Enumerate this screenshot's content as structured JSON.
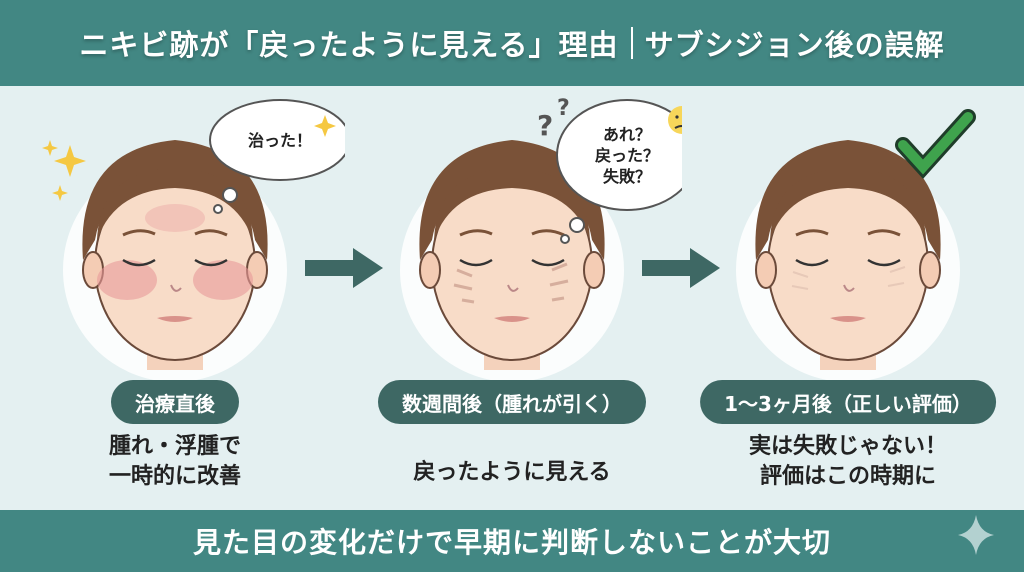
{
  "title": {
    "left": "ニキビ跡が「戻ったように見える」理由",
    "right": "サブシジョン後の誤解"
  },
  "stages": [
    {
      "label": "治療直後",
      "desc": [
        "腫れ・浮腫で",
        "一時的に改善"
      ],
      "thought": [
        "治った！"
      ]
    },
    {
      "label": "数週間後（腫れが引く）",
      "desc": [
        "戻ったように見える"
      ],
      "thought": [
        "あれ？",
        "戻った？",
        "失敗？"
      ]
    },
    {
      "label": "1〜3ヶ月後（正しい評価）",
      "desc": [
        "実は失敗じゃない！",
        "評価はこの時期に"
      ],
      "thought": []
    }
  ],
  "footer": "見た目の変化だけで早期に判断しないことが大切",
  "colors": {
    "header": "#428783",
    "pill": "#3e6864",
    "check": "#3fa34d",
    "sparkle": "#f5c842"
  }
}
